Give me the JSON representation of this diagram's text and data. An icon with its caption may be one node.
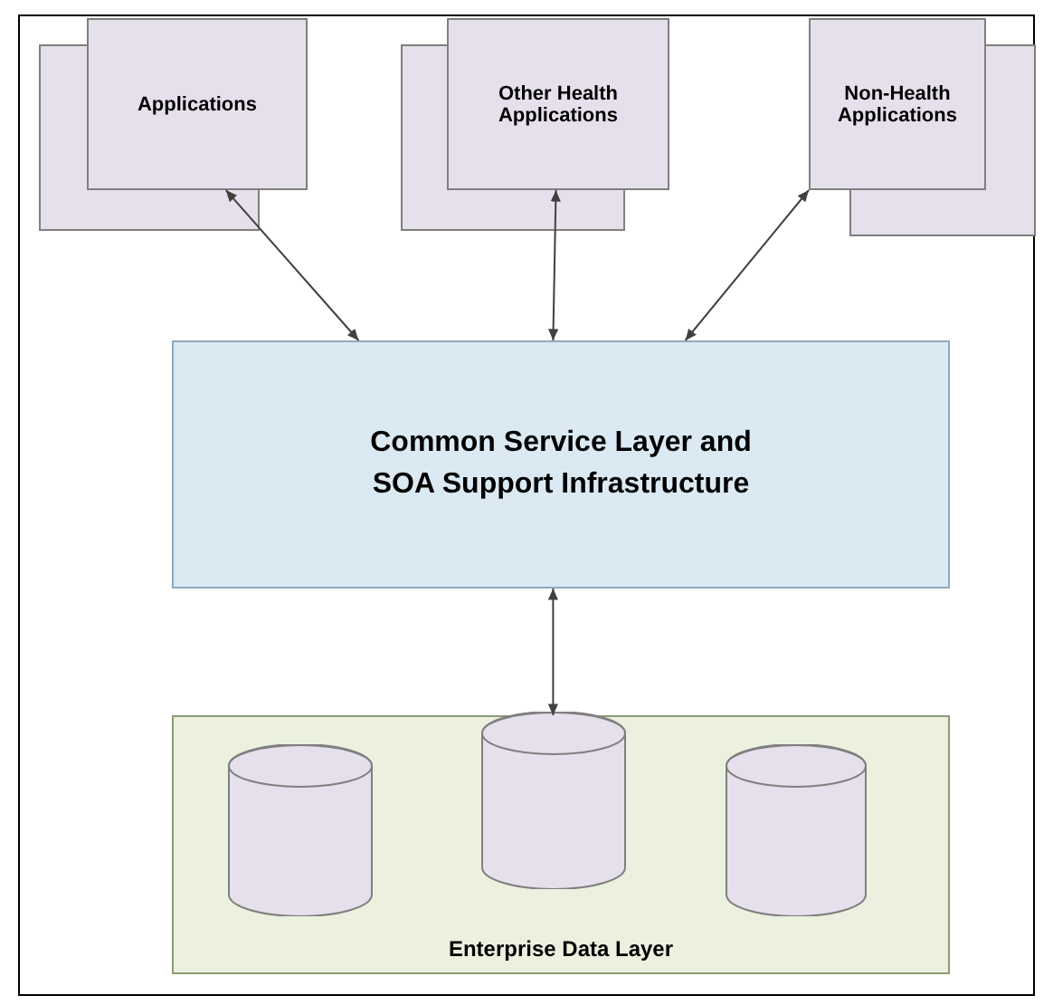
{
  "diagram": {
    "nodes": [
      {
        "text": [
          "Applications"
        ]
      },
      {
        "text": [
          "Other Health Applications"
        ]
      },
      {
        "text": [
          "Non-Health Applications"
        ]
      },
      {
        "text": [
          "Common Service Layer and SOA Support Infrastructure"
        ]
      },
      {
        "text": [
          "Enterprise Data Layer"
        ]
      },
      {
        "text": [],
        "shape": "cylinder",
        "in": 4
      },
      {
        "text": [],
        "shape": "cylinder",
        "in": 4
      },
      {
        "text": [],
        "shape": "cylinder",
        "in": 4
      }
    ],
    "edges": [
      {
        "from": 0,
        "to": 3,
        "arrow": "both"
      },
      {
        "from": 1,
        "to": 3,
        "arrow": "both"
      },
      {
        "from": 2,
        "to": 3,
        "arrow": "both"
      },
      {
        "from": 3,
        "to": 4,
        "arrow": "both"
      }
    ]
  }
}
